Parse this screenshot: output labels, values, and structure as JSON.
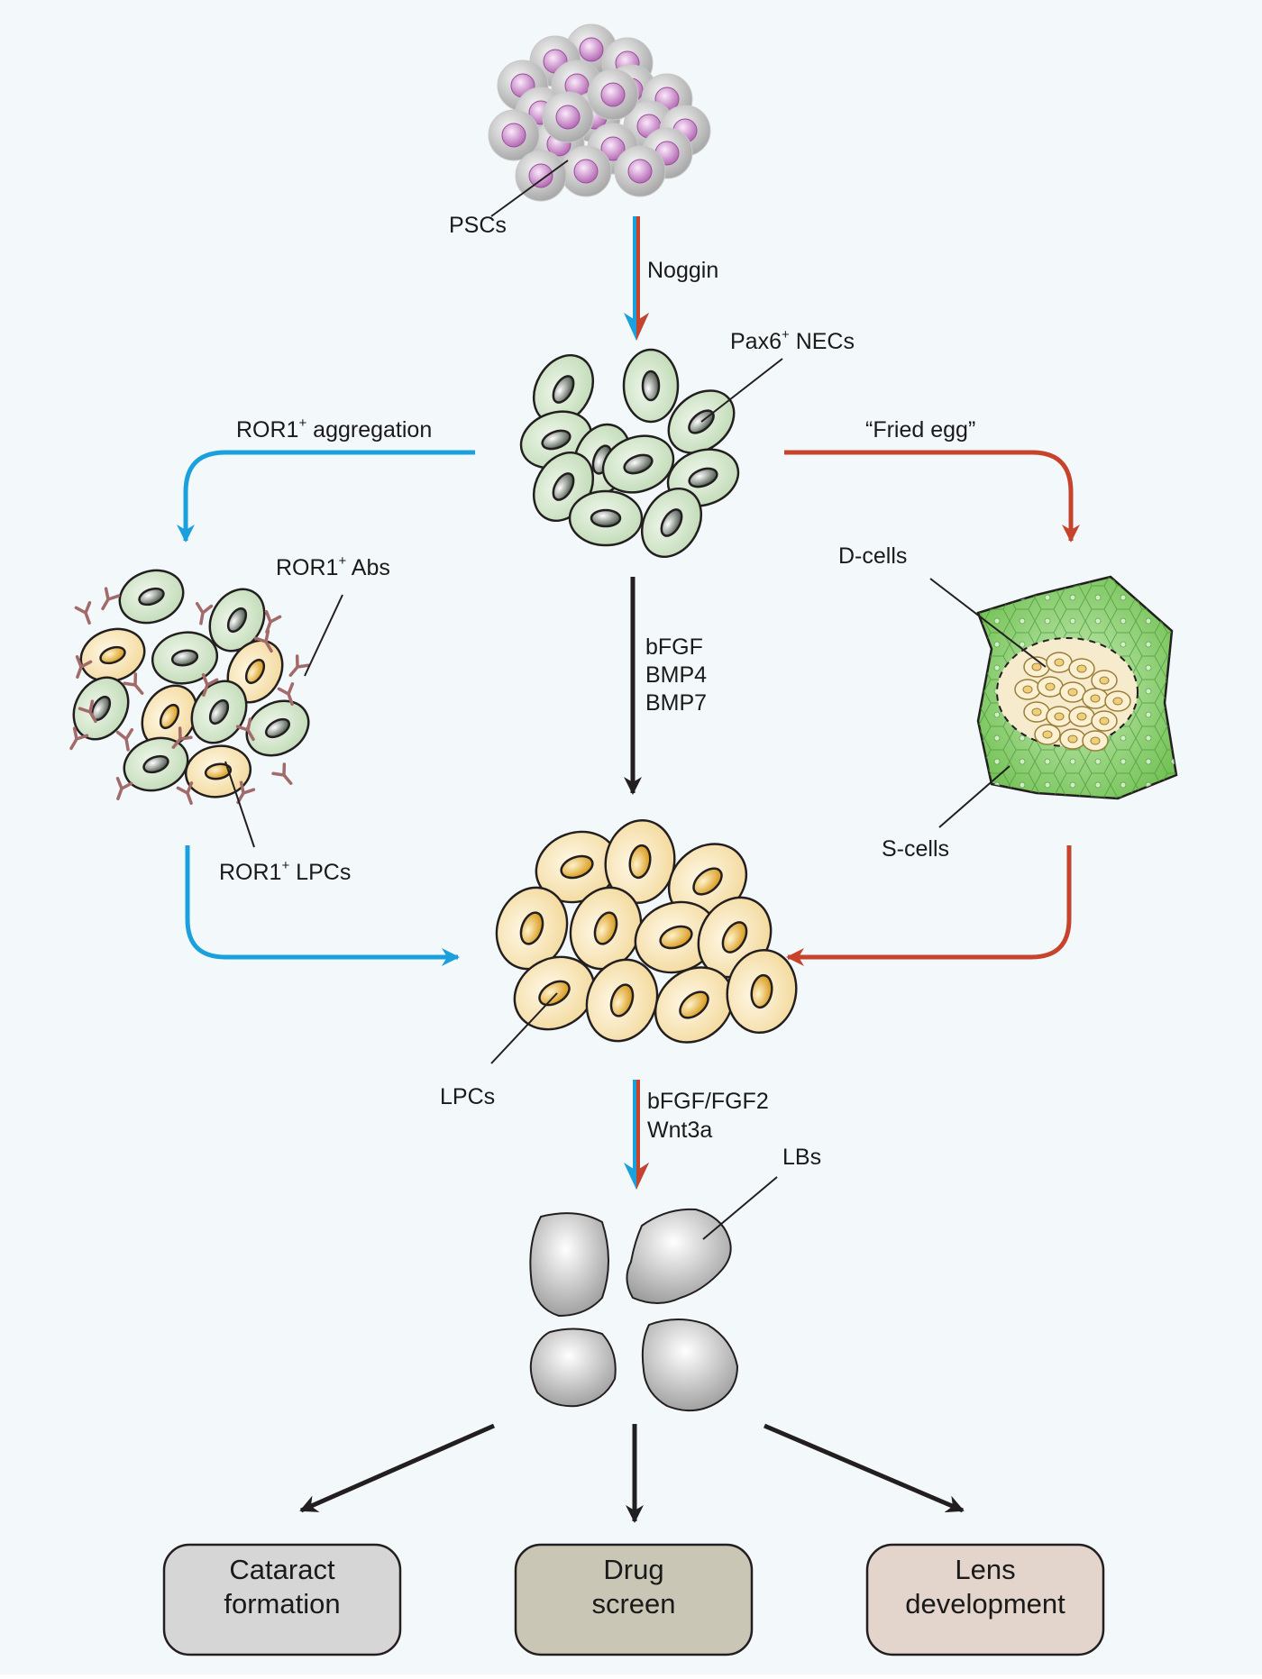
{
  "labels": {
    "pscs": "PSCs",
    "noggin": "Noggin",
    "pax6_base": "Pax6",
    "pax6_sup": "+",
    "pax6_rest": " NECs",
    "ror1_aggr_base": "ROR1",
    "ror1_aggr_sup": "+",
    "ror1_aggr_rest": " aggregation",
    "fried_egg": "“Fried egg”",
    "ror1_abs_base": "ROR1",
    "ror1_abs_sup": "+",
    "ror1_abs_rest": " Abs",
    "ror1_lpcs_base": "ROR1",
    "ror1_lpcs_sup": "+",
    "ror1_lpcs_rest": " LPCs",
    "factor1": "bFGF",
    "factor2": "BMP4",
    "factor3": "BMP7",
    "d_cells": "D-cells",
    "s_cells": "S-cells",
    "lpcs": "LPCs",
    "factor4": "bFGF/FGF2",
    "factor5": "Wnt3a",
    "lbs": "LBs"
  },
  "outcomes": [
    {
      "line1": "Cataract",
      "line2": "formation",
      "fill": "#d6d6d6"
    },
    {
      "line1": "Drug",
      "line2": "screen",
      "fill": "#c9c6b6"
    },
    {
      "line1": "Lens",
      "line2": "development",
      "fill": "#e3d4cc"
    }
  ],
  "colors": {
    "background": "#f3f8fb",
    "blue_path": "#1aa0dc",
    "red_path": "#c8432c",
    "black_path": "#231f20",
    "nec_cell": "#d3e5cb",
    "lpc_cell": "#f8e3b0",
    "psc_nucleus": "#d9a5d9",
    "s_cell_sheet": "#8fcf73"
  }
}
